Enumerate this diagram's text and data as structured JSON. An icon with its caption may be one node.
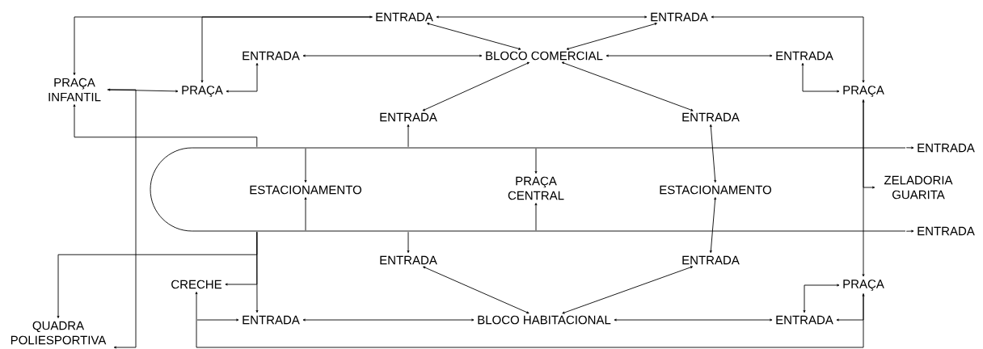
{
  "diagram": {
    "nodes": [
      {
        "text": [
          "ENTRADA"
        ]
      },
      {
        "text": [
          "ENTRADA"
        ]
      },
      {
        "text": [
          "PRAÇA INFANTIL"
        ]
      },
      {
        "text": [
          "PRAÇA"
        ]
      },
      {
        "text": [
          "ENTRADA"
        ]
      },
      {
        "text": [
          "BLOCO COMERCIAL"
        ]
      },
      {
        "text": [
          "ENTRADA"
        ]
      },
      {
        "text": [
          "PRAÇA"
        ]
      },
      {
        "text": [
          "ENTRADA"
        ]
      },
      {
        "text": [
          "ENTRADA"
        ]
      },
      {
        "text": [],
        "shape": "box"
      },
      {
        "text": [
          "ESTACIONAMENTO"
        ],
        "in": 10
      },
      {
        "text": [
          "PRAÇA CENTRAL"
        ],
        "in": 10
      },
      {
        "text": [
          "ESTACIONAMENTO"
        ],
        "in": 10
      },
      {
        "text": [
          "ENTRADA"
        ]
      },
      {
        "text": [
          "ZELADORIA GUARITA"
        ]
      },
      {
        "text": [
          "ENTRADA"
        ]
      },
      {
        "text": [
          "ENTRADA"
        ]
      },
      {
        "text": [
          "ENTRADA"
        ]
      },
      {
        "text": [
          "CRECHE"
        ]
      },
      {
        "text": [
          "PRAÇA"
        ]
      },
      {
        "text": [
          "QUADRA POLIESPORTIVA"
        ]
      },
      {
        "text": [
          "ENTRADA"
        ]
      },
      {
        "text": [
          "BLOCO HABITACIONAL"
        ]
      },
      {
        "text": [
          "ENTRADA"
        ]
      }
    ],
    "edges": [
      {
        "from": 0,
        "to": 1,
        "arrow": "both"
      },
      {
        "from": 0,
        "to": 5,
        "arrow": "both"
      },
      {
        "from": 1,
        "to": 5,
        "arrow": "both"
      },
      {
        "from": 0,
        "to": 2,
        "arrow": "both"
      },
      {
        "from": 0,
        "to": 3,
        "arrow": "to"
      },
      {
        "from": 4,
        "to": 5,
        "arrow": "both"
      },
      {
        "from": 5,
        "to": 6,
        "arrow": "both"
      },
      {
        "from": 5,
        "to": 8,
        "arrow": "both"
      },
      {
        "from": 5,
        "to": 9,
        "arrow": "both"
      },
      {
        "from": 1,
        "to": 7,
        "arrow": "both"
      },
      {
        "from": 3,
        "to": 4,
        "arrow": "both"
      },
      {
        "from": 6,
        "to": 7,
        "arrow": "both"
      },
      {
        "from": 2,
        "to": 3,
        "arrow": "both"
      },
      {
        "from": 10,
        "to": 14,
        "arrow": "to"
      },
      {
        "from": 10,
        "to": 16,
        "arrow": "to"
      },
      {
        "from": 10,
        "to": 11,
        "arrow": "to"
      },
      {
        "from": 10,
        "to": 11,
        "arrow": "to"
      },
      {
        "from": 10,
        "to": 12,
        "arrow": "to"
      },
      {
        "from": 10,
        "to": 12,
        "arrow": "to"
      },
      {
        "from": 10,
        "to": 8,
        "arrow": "to"
      },
      {
        "from": 10,
        "to": 17,
        "arrow": "to"
      },
      {
        "from": 9,
        "to": 13,
        "arrow": "both"
      },
      {
        "from": 13,
        "to": 18,
        "arrow": "both"
      },
      {
        "from": 7,
        "to": 20,
        "arrow": "both"
      },
      {
        "from": 7,
        "to": 15,
        "arrow": "to"
      },
      {
        "from": 10,
        "to": 2,
        "arrow": "to"
      },
      {
        "from": 10,
        "to": 22,
        "arrow": "to"
      },
      {
        "from": 10,
        "to": 21,
        "arrow": "to"
      },
      {
        "from": 10,
        "to": 19,
        "arrow": "to"
      },
      {
        "from": 2,
        "to": 21,
        "arrow": "to"
      },
      {
        "from": 19,
        "to": 20,
        "arrow": "both"
      },
      {
        "from": 19,
        "to": 22,
        "arrow": "to"
      },
      {
        "from": 20,
        "to": 24,
        "arrow": "to"
      },
      {
        "from": 22,
        "to": 23,
        "arrow": "both"
      },
      {
        "from": 23,
        "to": 24,
        "arrow": "both"
      },
      {
        "from": 23,
        "to": 17,
        "arrow": "both"
      },
      {
        "from": 23,
        "to": 18,
        "arrow": "both"
      },
      {
        "from": 24,
        "to": 20,
        "arrow": "both"
      }
    ]
  }
}
